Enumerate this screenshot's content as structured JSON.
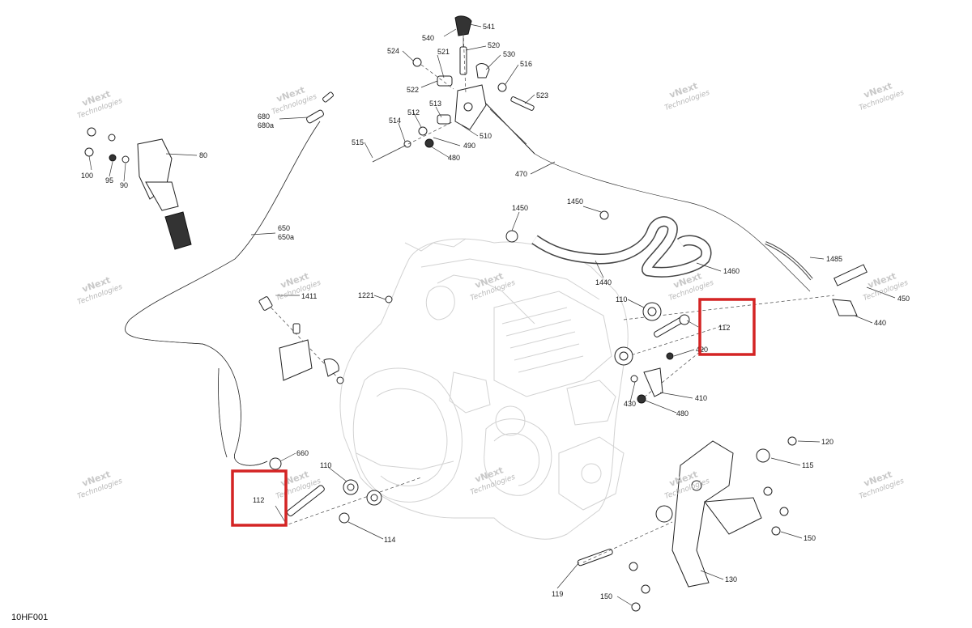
{
  "diagram_code": "10HF001",
  "watermark": {
    "line1": "vNext",
    "line2": "Technologies",
    "full": "vNext Technologies"
  },
  "highlight_color": "#d42424",
  "highlighted_part": "112",
  "callouts": [
    {
      "id": "c540",
      "label": "540"
    },
    {
      "id": "c541",
      "label": "541"
    },
    {
      "id": "c520",
      "label": "520"
    },
    {
      "id": "c524",
      "label": "524"
    },
    {
      "id": "c521",
      "label": "521"
    },
    {
      "id": "c530",
      "label": "530"
    },
    {
      "id": "c516",
      "label": "516"
    },
    {
      "id": "c522",
      "label": "522"
    },
    {
      "id": "c523",
      "label": "523"
    },
    {
      "id": "c513",
      "label": "513"
    },
    {
      "id": "c512",
      "label": "512"
    },
    {
      "id": "c514",
      "label": "514"
    },
    {
      "id": "c515",
      "label": "515"
    },
    {
      "id": "c490",
      "label": "490"
    },
    {
      "id": "c510",
      "label": "510"
    },
    {
      "id": "c480a",
      "label": "480"
    },
    {
      "id": "c470",
      "label": "470"
    },
    {
      "id": "c680",
      "label": "680"
    },
    {
      "id": "c680a",
      "label": "680a"
    },
    {
      "id": "c80",
      "label": "80"
    },
    {
      "id": "c100",
      "label": "100"
    },
    {
      "id": "c95",
      "label": "95"
    },
    {
      "id": "c90",
      "label": "90"
    },
    {
      "id": "c650",
      "label": "650"
    },
    {
      "id": "c650a",
      "label": "650a"
    },
    {
      "id": "c1450a",
      "label": "1450"
    },
    {
      "id": "c1450b",
      "label": "1450"
    },
    {
      "id": "c1485",
      "label": "1485"
    },
    {
      "id": "c1460",
      "label": "1460"
    },
    {
      "id": "c1440",
      "label": "1440"
    },
    {
      "id": "c1221",
      "label": "1221"
    },
    {
      "id": "c1411",
      "label": "1411"
    },
    {
      "id": "c110a",
      "label": "110"
    },
    {
      "id": "c112a",
      "label": "112"
    },
    {
      "id": "c450",
      "label": "450"
    },
    {
      "id": "c440",
      "label": "440"
    },
    {
      "id": "c420",
      "label": "420"
    },
    {
      "id": "c410",
      "label": "410"
    },
    {
      "id": "c430",
      "label": "430"
    },
    {
      "id": "c480b",
      "label": "480"
    },
    {
      "id": "c660",
      "label": "660"
    },
    {
      "id": "c110b",
      "label": "110"
    },
    {
      "id": "c112b",
      "label": "112"
    },
    {
      "id": "c114",
      "label": "114"
    },
    {
      "id": "c120",
      "label": "120"
    },
    {
      "id": "c115",
      "label": "115"
    },
    {
      "id": "c150a",
      "label": "150"
    },
    {
      "id": "c119",
      "label": "119"
    },
    {
      "id": "c130",
      "label": "130"
    },
    {
      "id": "c150b",
      "label": "150"
    }
  ]
}
